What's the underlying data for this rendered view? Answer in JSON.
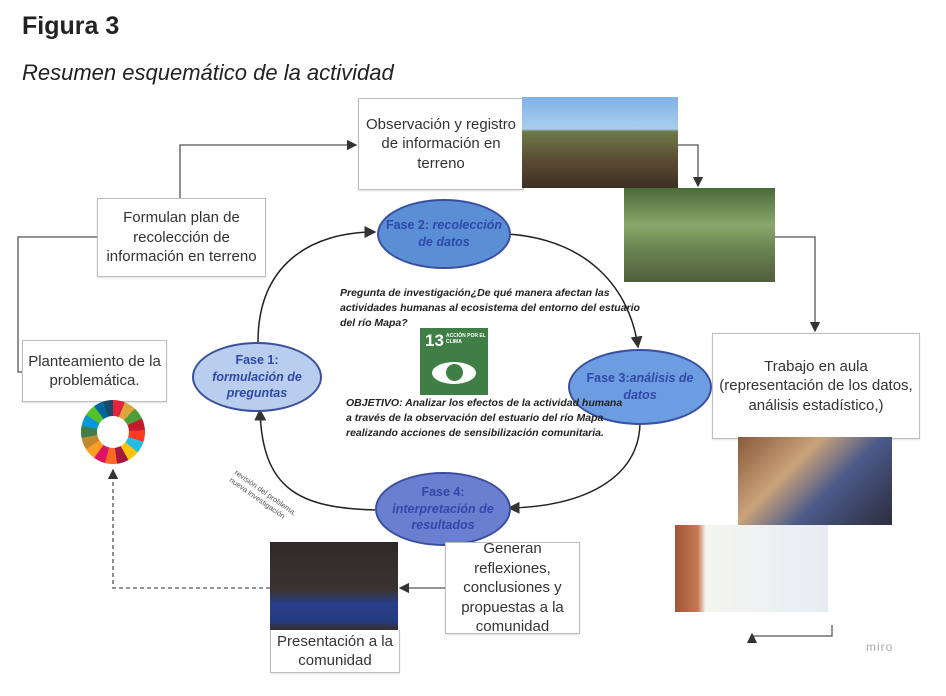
{
  "figure": {
    "title": "Figura 3",
    "subtitle": "Resumen esquemático de la actividad"
  },
  "boxes": {
    "observation": "Observación y registro de información en terreno",
    "plan": "Formulan plan de recolección de información en terreno",
    "problem": "Planteamiento de la problemática.",
    "classroom": "Trabajo en aula (representación de los datos, análisis estadístico,)",
    "reflections": "Generan reflexiones, conclusiones y propuestas a la comunidad",
    "presentation": "Presentación a la comunidad"
  },
  "phases": [
    {
      "label": "Fase 1:",
      "italic": "formulación de preguntas",
      "color": "#b9cdef"
    },
    {
      "label": "Fase 2:",
      "italic": "recolección de datos",
      "color": "#5a8fd6"
    },
    {
      "label": "Fase 3:",
      "italic": "análisis de datos",
      "color": "#6b9de0"
    },
    {
      "label": "Fase 4:",
      "italic": "interpretación de resultados",
      "color": "#6a7fcf"
    }
  ],
  "center": {
    "question": "Pregunta de investigación¿De qué manera afectan las actividades humanas al ecosistema del entorno del estuario del río Mapa?",
    "objective": "OBJETIVO: Analizar los efectos de la actividad humana a través de la observación del estuario del río Mapa realizando acciones de sensibilización comunitaria.",
    "sdg_number": "13",
    "sdg_label": "ACCIÓN POR EL CLIMA"
  },
  "review_note": [
    "revisión del problema,",
    "nueva investigación"
  ],
  "watermark": "miro"
}
